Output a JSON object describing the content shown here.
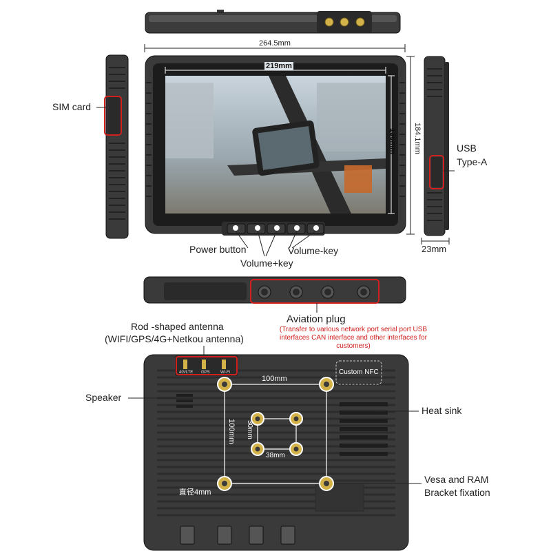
{
  "dimensions": {
    "overall_width": "264.5mm",
    "screen_width": "219mm",
    "screen_height": "136mm",
    "overall_height": "184.1mm",
    "thickness": "23mm",
    "vesa_large_h": "100mm",
    "vesa_large_v": "100mm",
    "vesa_small_h": "38mm",
    "vesa_small_v": "30mm",
    "hole_diameter": "直径4mm"
  },
  "callouts": {
    "sim_card": "SIM card",
    "usb_line1": "USB",
    "usb_line2": "Type-A",
    "power_button": "Power button",
    "volume_minus": "Volume-key",
    "volume_plus": "Volume+key",
    "aviation_plug": "Aviation plug",
    "aviation_note": "(Transfer to various network port serial port USB interfaces CAN interface and other interfaces for customers)",
    "antenna_line1": "Rod -shaped antenna",
    "antenna_line2": "(WIFI/GPS/4G+Netkou antenna)",
    "custom_nfc": "Custom NFC",
    "speaker": "Speaker",
    "heat_sink": "Heat sink",
    "vesa_line1": "Vesa and RAM",
    "vesa_line2": "Bracket fixation"
  },
  "antenna_labels": [
    "4G/LTE",
    "GPS",
    "Wi-Fi"
  ],
  "colors": {
    "body": "#3a3a3a",
    "body_dark": "#222222",
    "callout_red": "#d0201f",
    "gold": "#d4b24a"
  }
}
